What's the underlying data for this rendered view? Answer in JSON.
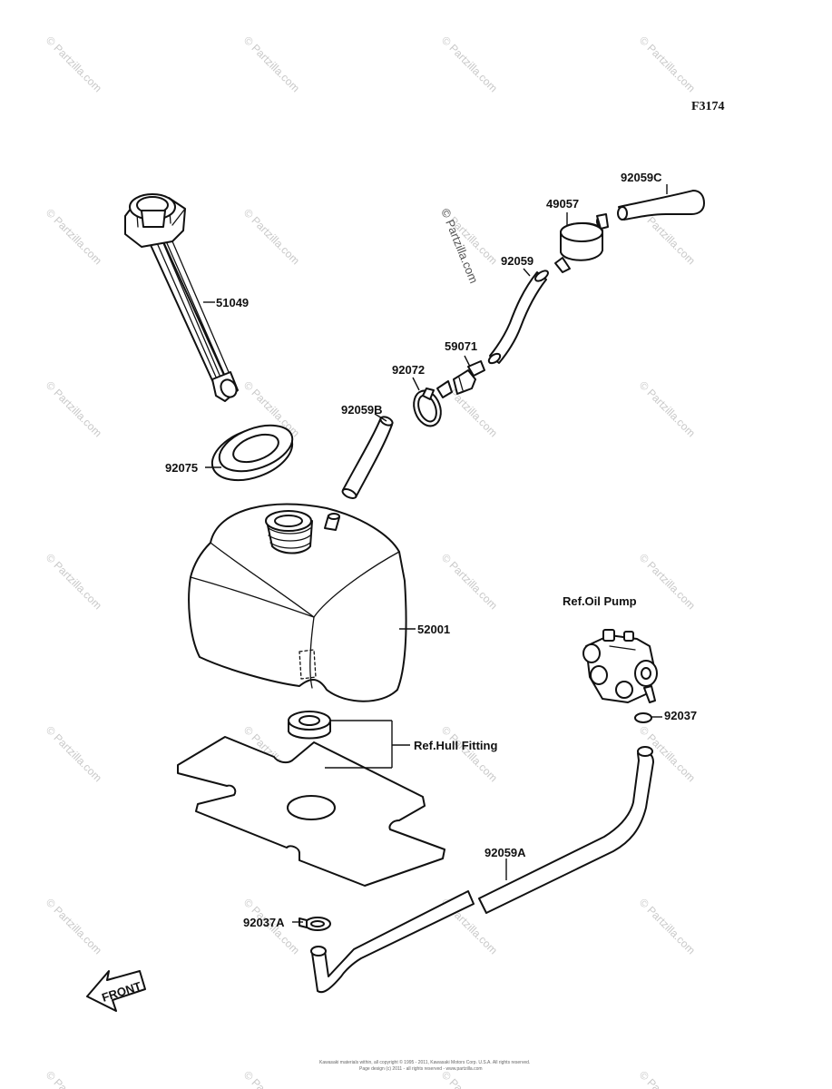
{
  "figure_id": "F3174",
  "labels": {
    "p51049": "51049",
    "p92075": "92075",
    "p52001": "52001",
    "p92072": "92072",
    "p92059B": "92059B",
    "p59071": "59071",
    "p92059": "92059",
    "p49057": "49057",
    "p92059C": "92059C",
    "ref_oil_pump": "Ref.Oil Pump",
    "p92037": "92037",
    "ref_hull_fitting": "Ref.Hull Fitting",
    "p92059A": "92059A",
    "p92037A": "92037A"
  },
  "front_label": "FRONT",
  "watermark": {
    "text": "© Partzilla.com",
    "color": "#c9c9c9"
  },
  "copyright": {
    "line1": "Kawasaki materials within, all copyright © 1995 - 2011, Kawasaki Motors Corp. U.S.A. All rights reserved.",
    "line2": "Page design (c) 2011 - all rights reserved - www.partzilla.com"
  }
}
